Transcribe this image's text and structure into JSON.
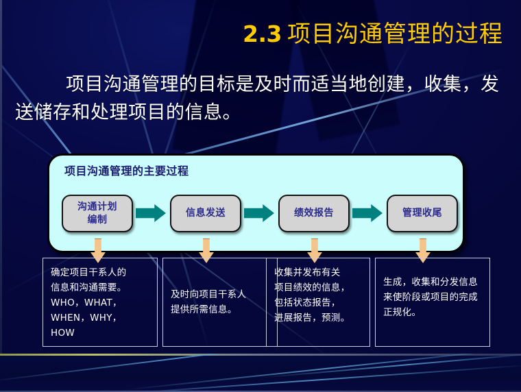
{
  "slide": {
    "title_number": "2.3",
    "title_text": "项目沟通管理的过程",
    "lead_paragraph": "项目沟通管理的目标是及时而适当地创建，收集，发送储存和处理项目的信息。"
  },
  "panel": {
    "heading": "项目沟通管理的主要过程",
    "process_boxes": [
      {
        "label": "沟通计划\n编制"
      },
      {
        "label": "信息发送"
      },
      {
        "label": "绩效报告"
      },
      {
        "label": "管理收尾"
      }
    ],
    "connector_icon": "chevron-right-icon",
    "down_arrow_icon": "arrow-down-icon"
  },
  "notes": [
    {
      "text": "确定项目干系人的\n信息和沟通需要。\nWHO，WHAT，\nWHEN，WHY，\nHOW"
    },
    {
      "text": "及时向项目干系人\n提供所需信息。"
    },
    {
      "text": "收集并发布有关\n项目绩效的信息，\n包括状态报告，\n进展报告，预测。"
    },
    {
      "text": "生成，收集和分发信息\n来使阶段或项目的完成\n正规化。"
    }
  ],
  "colors": {
    "background_navy": "#00006a",
    "title_gold": "#ffcc00",
    "panel_fill": "#ccfdfd",
    "process_box_fill": "#d4d4d4",
    "process_text_navy": "#2b2b8c",
    "arrow_teal": "#00807e",
    "down_arrow_tan": "#f4c48a",
    "note_border": "#c9cfe0",
    "note_text": "#ffffff"
  }
}
